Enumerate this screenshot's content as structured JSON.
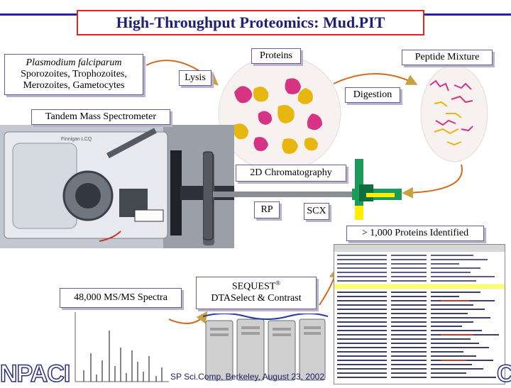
{
  "title": "High-Throughput Proteomics: Mud.PIT",
  "organism": {
    "species": "Plasmodium falciparum",
    "stages_line1": "Sporozoites, Trophozoites,",
    "stages_line2": "Merozoites, Gametocytes"
  },
  "labels": {
    "proteins": "Proteins",
    "peptide_mixture": "Peptide Mixture",
    "lysis": "Lysis",
    "digestion": "Digestion",
    "tandem_ms": "Tandem Mass Spectrometer",
    "chromatography_2d": "2D Chromatography",
    "rp": "RP",
    "scx": "SCX",
    "proteins_identified": "> 1,000 Proteins Identified",
    "ms_spectra": "48,000 MS/MS Spectra",
    "sequest": "SEQUEST",
    "sequest_mark": "®",
    "dtaselect": "DTASelect & Contrast"
  },
  "footer": "SP Sci.Comp, Berkeley, August 23, 2002",
  "logo": "NPACI",
  "logo_fragment": "C",
  "colors": {
    "title_border": "#d62828",
    "title_text": "#1f1f7a",
    "arrow": "#d2691e",
    "column_green": "#1a9b5a",
    "column_yellow": "#ffee00",
    "protein_pink": "#d63384",
    "protein_yellow": "#e8b70f",
    "highlight_row": "#ffff66"
  }
}
